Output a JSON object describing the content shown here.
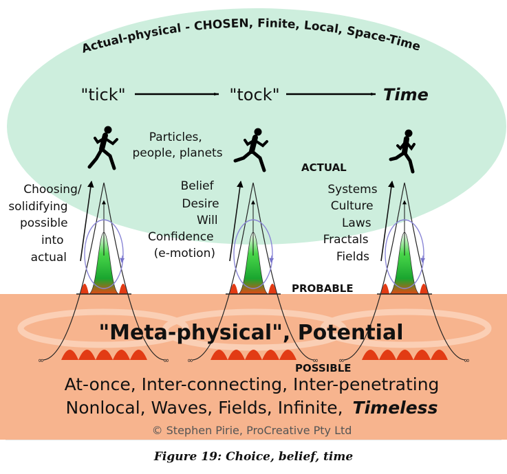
{
  "diagram": {
    "arc_title": "Actual-physical - CHOSEN, Finite, Local, Space-Time",
    "tick": "\"tick\"",
    "tock": "\"tock\"",
    "time": "Time",
    "particles_label": [
      "Particles,",
      "people, planets"
    ],
    "actual_label": "ACTUAL",
    "probable_label": "PROBABLE",
    "possible_label": "POSSIBLE",
    "choosing_label": [
      "Choosing/",
      "solidifying",
      "possible",
      "into",
      "actual"
    ],
    "belief_label": [
      "Belief",
      "Desire",
      "Will",
      "Confidence",
      "(e-motion)"
    ],
    "systems_label": [
      "Systems",
      "Culture",
      "Laws",
      "Fractals",
      "Fields"
    ],
    "metaphysical": "\"Meta-physical\", Potential",
    "bottom_line1": "At-once, Inter-connecting, Inter-penetrating",
    "bottom_line2_prefix": "Nonlocal, Waves, Fields, Infinite,",
    "bottom_line2_emph": "Timeless",
    "copyright": "© Stephen Pirie, ProCreative Pty Ltd",
    "infinity": "∞",
    "colors": {
      "actual_ellipse": "#cdeedd",
      "potential_band": "#f7b48e",
      "wave_red": "#e23b14",
      "wave_green": "#2fbf3a",
      "cycle_arrow": "#8a86d6"
    }
  },
  "caption": "Figure 19: Choice, belief, time"
}
